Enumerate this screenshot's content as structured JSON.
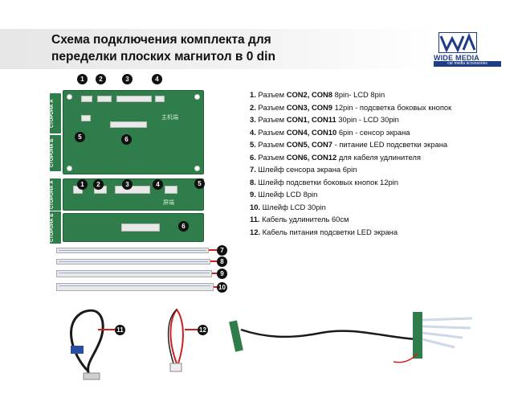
{
  "title": {
    "line1": "Схема подключения комплекта для",
    "line2": "переделки плоских магнитол в 0 din"
  },
  "logo": {
    "brand": "WIDE MEDIA",
    "sub": "car media accessories"
  },
  "side_labels": [
    "СТОРОНА А",
    "СТОРОНА Б",
    "СТОРОНА А",
    "СТОРОНА Б"
  ],
  "markers": [
    "1",
    "2",
    "3",
    "4",
    "5",
    "6",
    "7",
    "8",
    "9",
    "10",
    "11",
    "12"
  ],
  "board_silk": {
    "main1": "主机端",
    "main2": "屏端"
  },
  "legend": [
    {
      "n": "1.",
      "pre": " Разъем ",
      "bold": "CON2, CON8",
      "post": " 8pin- LCD 8pin"
    },
    {
      "n": "2.",
      "pre": " Разъем ",
      "bold": "CON3, CON9",
      "post": " 12pin - подсветка боковых кнопок"
    },
    {
      "n": "3.",
      "pre": " Разъем ",
      "bold": "CON1, CON11",
      "post": " 30pin - LCD 30pin"
    },
    {
      "n": "4.",
      "pre": " Разъем ",
      "bold": "CON4, CON10",
      "post": " 6pin - сенсор экрана"
    },
    {
      "n": "5.",
      "pre": " Разъем ",
      "bold": "CON5, CON7",
      "post": " - питание LED подсветки экрана"
    },
    {
      "n": "6.",
      "pre": " Разъем ",
      "bold": "CON6, CON12",
      "post": " для кабеля удлинителя"
    },
    {
      "n": "7.",
      "pre": " Шлейф сенсора экрана 6pin",
      "bold": "",
      "post": ""
    },
    {
      "n": "8.",
      "pre": " Шлейф подсветки боковых кнопок 12pin",
      "bold": "",
      "post": ""
    },
    {
      "n": "9.",
      "pre": " Шлейф LCD 8pin",
      "bold": "",
      "post": ""
    },
    {
      "n": "10.",
      "pre": " Шлейф LCD 30pin",
      "bold": "",
      "post": ""
    },
    {
      "n": "11.",
      "pre": " Кабель удлинитель 60см",
      "bold": "",
      "post": ""
    },
    {
      "n": "12.",
      "pre": " Кабель питания подсветки LED экрана",
      "bold": "",
      "post": ""
    }
  ]
}
